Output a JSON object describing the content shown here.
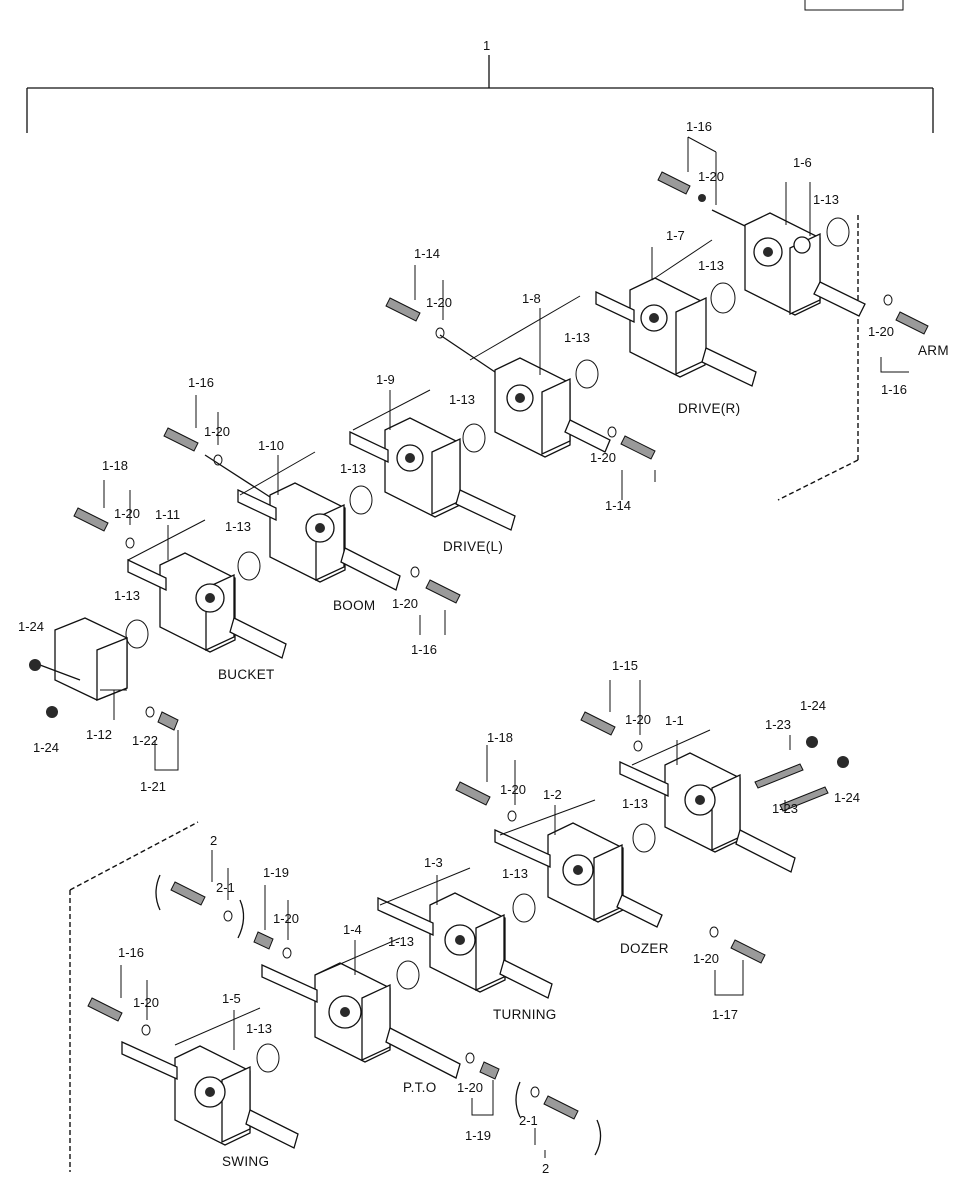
{
  "corner_box": "",
  "root_label": "1",
  "sections": {
    "arm": "ARM",
    "drive_r": "DRIVE(R)",
    "drive_l": "DRIVE(L)",
    "boom": "BOOM",
    "bucket": "BUCKET",
    "dozer": "DOZER",
    "turning": "TURNING",
    "pto": "P.T.O",
    "swing": "SWING"
  },
  "callouts": [
    "1-16",
    "1-20",
    "1-6",
    "1-13",
    "1-7",
    "1-13",
    "1-20",
    "1-16",
    "1-14",
    "1-20",
    "1-8",
    "1-13",
    "1-13",
    "1-20",
    "1-14",
    "1-16",
    "1-20",
    "1-9",
    "1-13",
    "1-10",
    "1-13",
    "1-18",
    "1-20",
    "1-11",
    "1-13",
    "1-20",
    "1-16",
    "1-24",
    "1-12",
    "1-24",
    "1-22",
    "1-21",
    "1-15",
    "1-20",
    "1-1",
    "1-23",
    "1-24",
    "1-13",
    "1-23",
    "1-24",
    "1-18",
    "1-20",
    "1-2",
    "1-13",
    "2",
    "2-1",
    "1-19",
    "1-20",
    "1-3",
    "1-13",
    "1-20",
    "1-17",
    "1-4",
    "1-16",
    "1-20",
    "1-5",
    "1-13",
    "1-20",
    "1-19",
    "2-1",
    "2"
  ]
}
